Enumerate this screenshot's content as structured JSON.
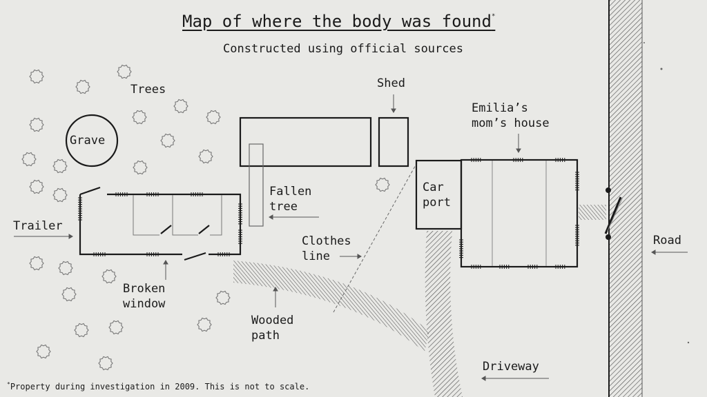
{
  "title": "Map of where the body was found",
  "title_mark": "*",
  "subtitle": "Constructed using official sources",
  "labels": {
    "trees": "Trees",
    "grave": "Grave",
    "shed": "Shed",
    "house_line1": "Emilia’s",
    "house_line2": "mom’s house",
    "trailer": "Trailer",
    "fallen_line1": "Fallen",
    "fallen_line2": "tree",
    "carport_line1": "Car",
    "carport_line2": "port",
    "clothes_line1": "Clothes",
    "clothes_line2": "line",
    "road": "Road",
    "broken_line1": "Broken",
    "broken_line2": "window",
    "wooded_line1": "Wooded",
    "wooded_line2": "path",
    "driveway": "Driveway"
  },
  "footnote_mark": "*",
  "footnote": "Property during investigation in 2009. This is not to scale.",
  "colors": {
    "paper": "#e9e9e6",
    "ink": "#1a1a1a",
    "light_ink": "#777777",
    "hatch": "#555555"
  }
}
